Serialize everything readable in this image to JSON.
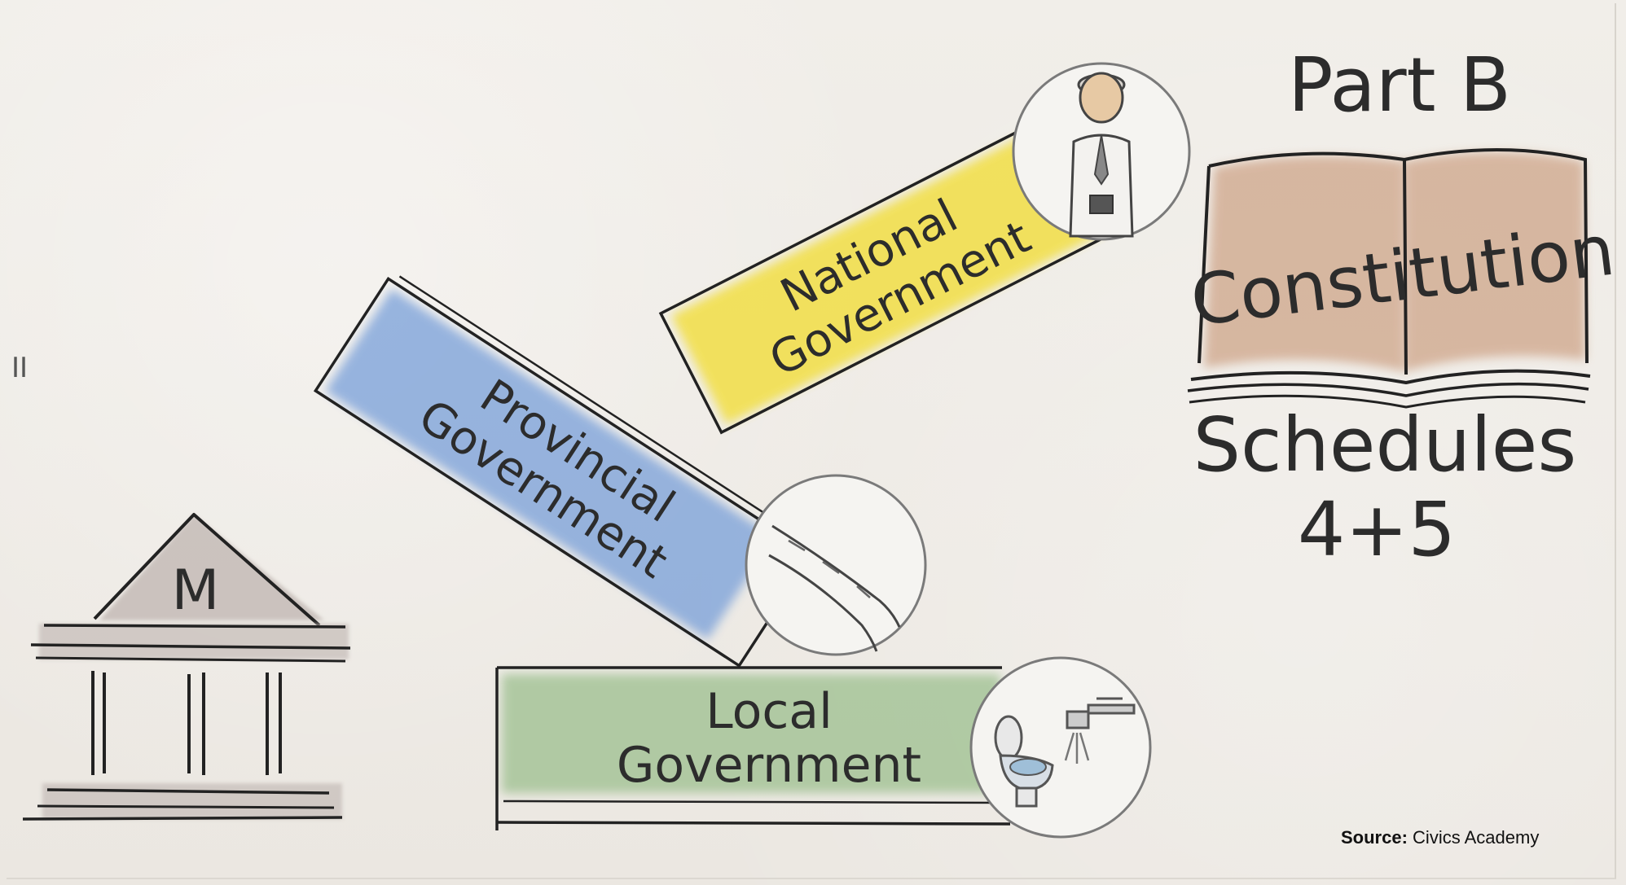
{
  "diagram": {
    "part_label": "Part B",
    "book_label": "Constitution",
    "schedules_label": "Schedules",
    "schedules_numbers": "4+5",
    "municipal_letter": "M",
    "national": {
      "line1": "National",
      "line2": "Government",
      "icon": "person-icon",
      "color": "#f2de3a"
    },
    "provincial": {
      "line1": "Provincial",
      "line2": "Government",
      "icon": "road-icon",
      "color": "#6f9ad8"
    },
    "local": {
      "line1": "Local",
      "line2": "Government",
      "icon": "toilet-tap-icon",
      "color": "#9cbf8e"
    }
  },
  "side_mark": "II",
  "source": {
    "label": "Source:",
    "value": "Civics Academy"
  }
}
